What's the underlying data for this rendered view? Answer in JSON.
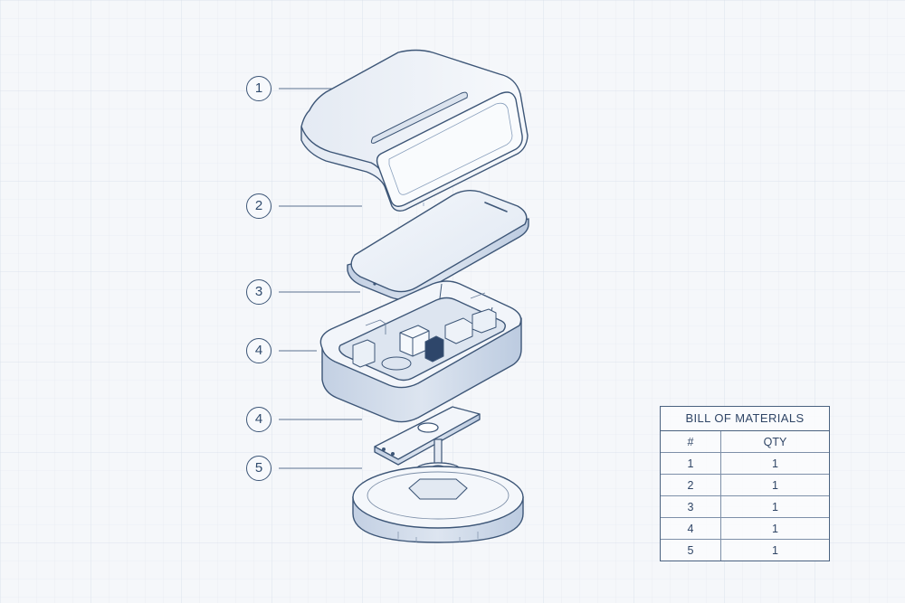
{
  "callouts": [
    {
      "label": "1"
    },
    {
      "label": "2"
    },
    {
      "label": "3"
    },
    {
      "label": "4"
    },
    {
      "label": "4"
    },
    {
      "label": "5"
    }
  ],
  "bom": {
    "title": "BILL OF MATERIALS",
    "header": {
      "num": "#",
      "qty": "QTY"
    },
    "rows": [
      {
        "num": "1",
        "qty": "1"
      },
      {
        "num": "2",
        "qty": "1"
      },
      {
        "num": "3",
        "qty": "1"
      },
      {
        "num": "4",
        "qty": "1"
      },
      {
        "num": "5",
        "qty": "1"
      }
    ]
  },
  "colors": {
    "line": "#3d5677",
    "fill": "#eef2f8",
    "shade": "#c9d5e6",
    "background": "#f5f7fa"
  }
}
